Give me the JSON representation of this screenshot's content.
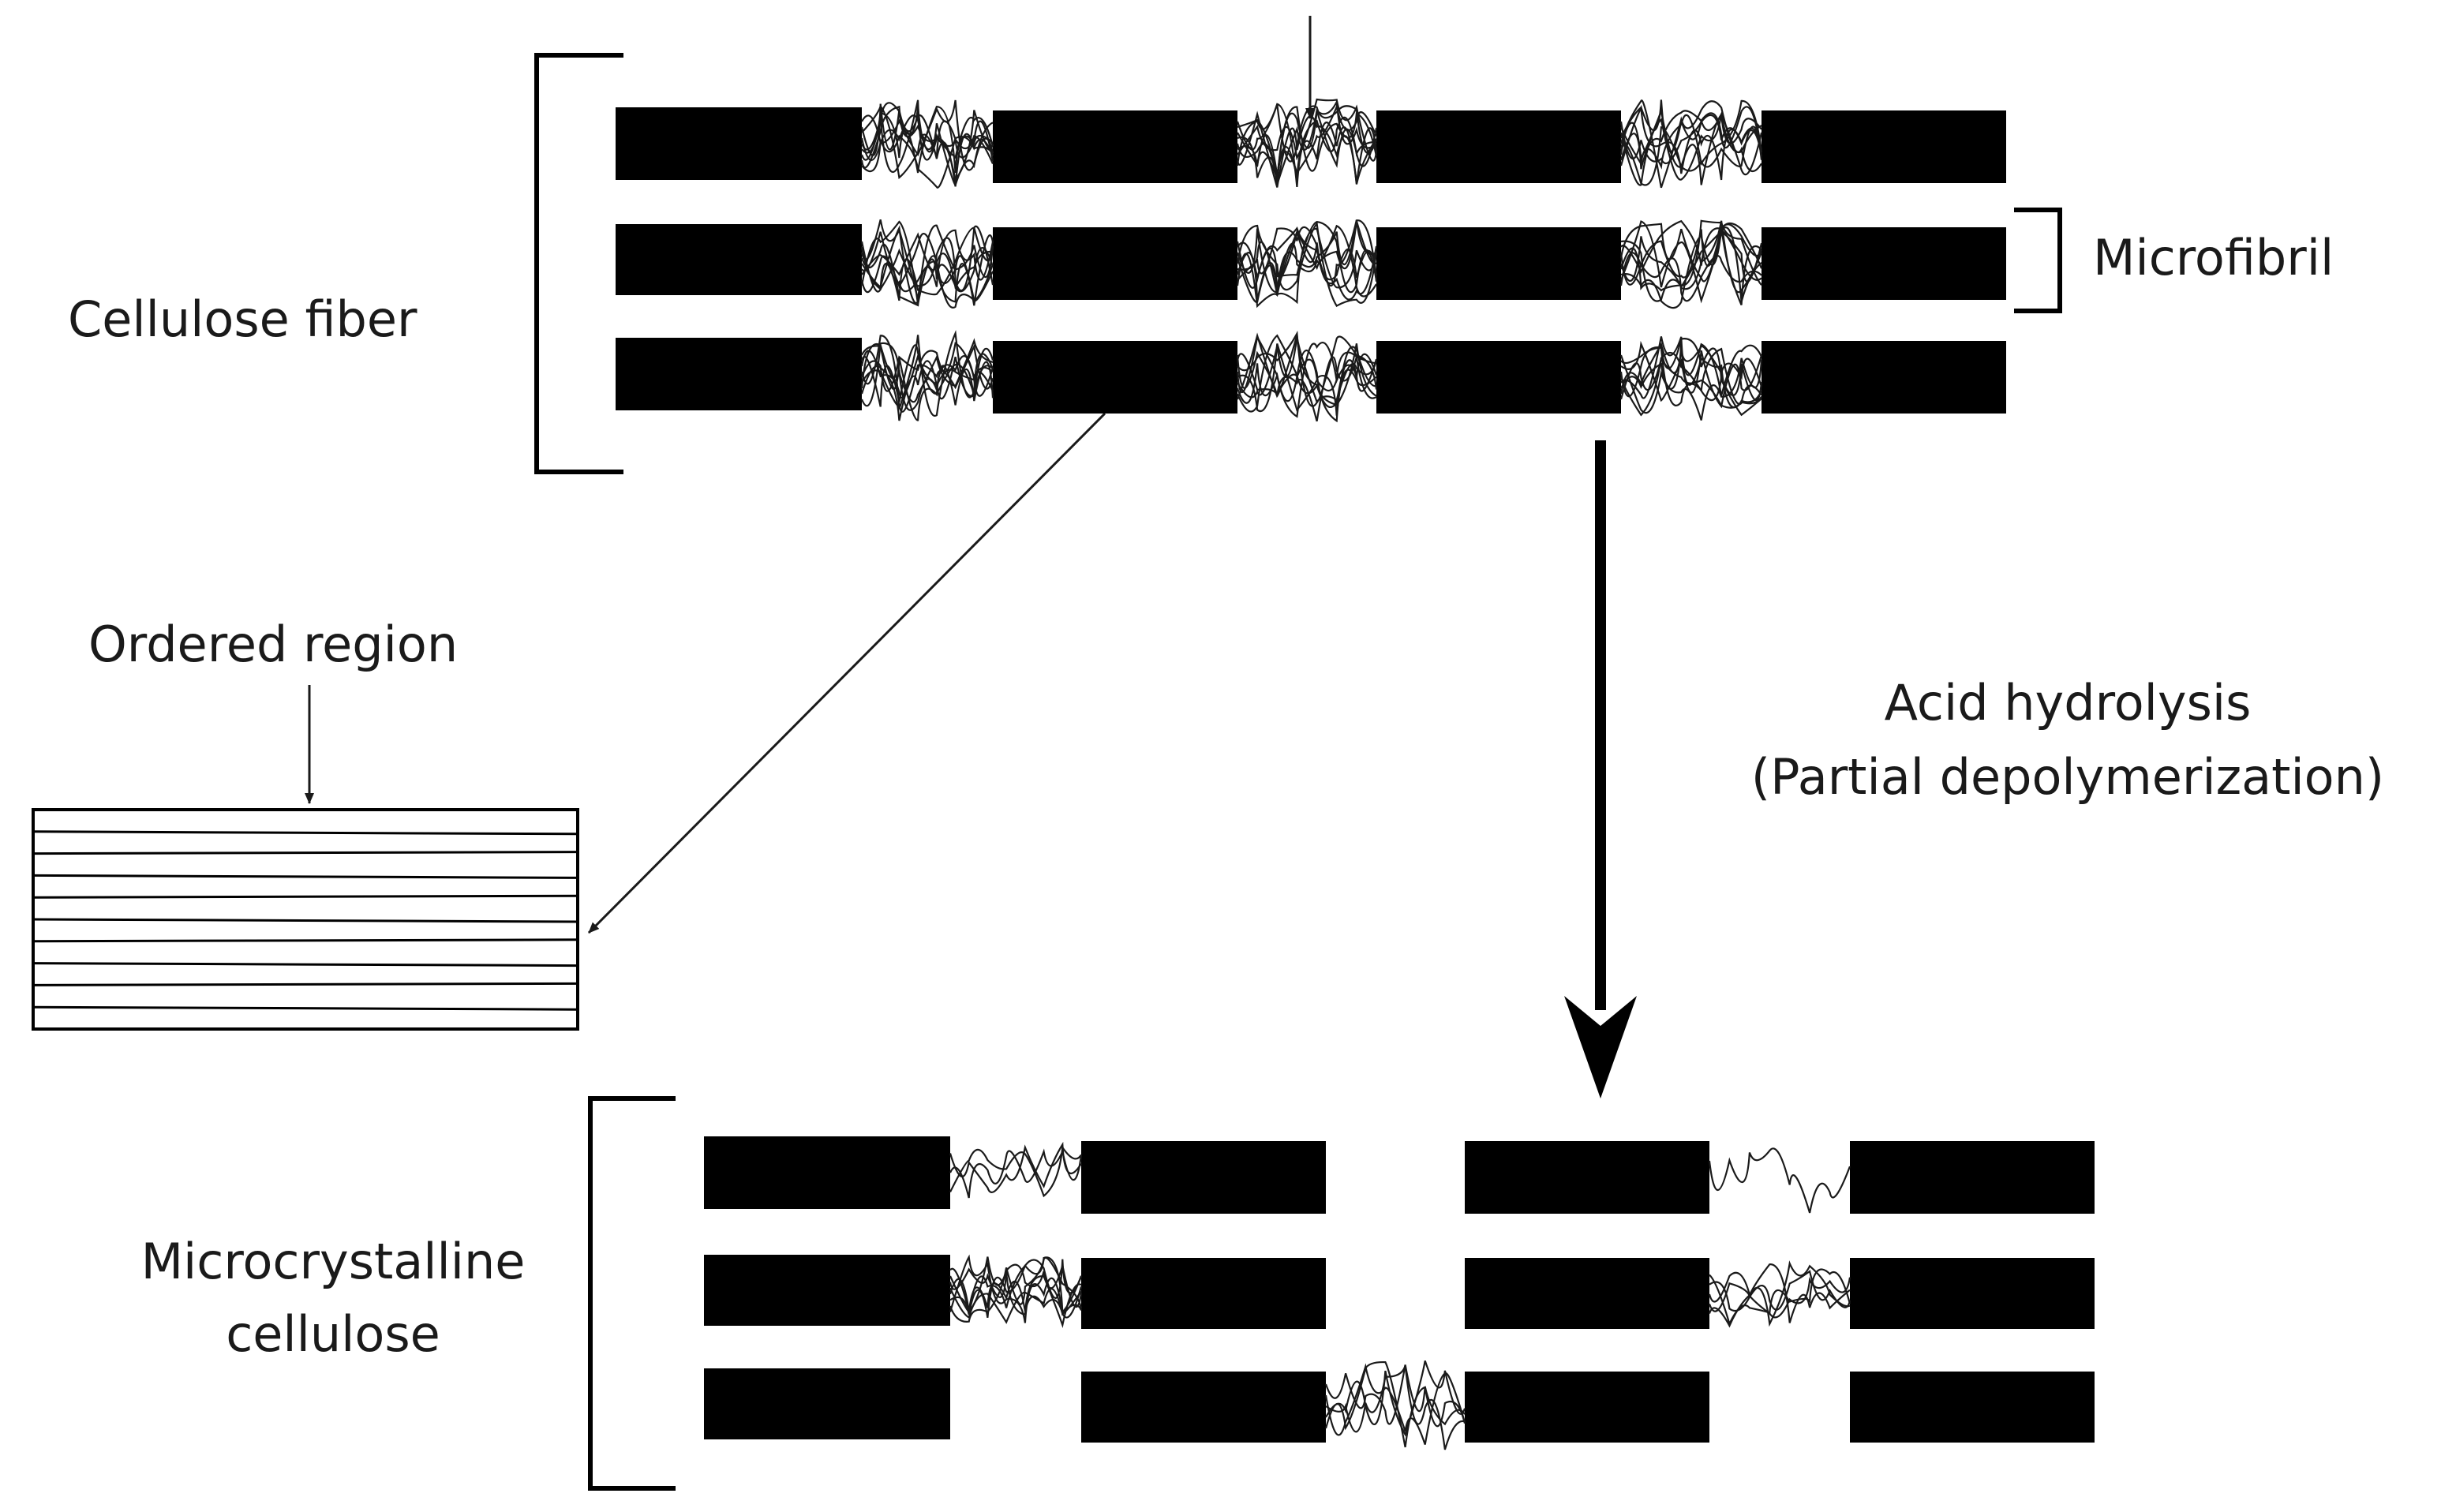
{
  "labels": {
    "cellulose_fiber": "Cellulose fiber",
    "microfibril": "Microfibril",
    "ordered_region": "Ordered region",
    "acid_hydrolysis": "Acid hydrolysis",
    "partial_depolymerization": "(Partial depolymerization)",
    "microcrystalline_line1": "Microcrystalline",
    "microcrystalline_line2": "cellulose"
  },
  "colors": {
    "block": "#000000",
    "line": "#1a1a1a",
    "background": "#ffffff"
  }
}
